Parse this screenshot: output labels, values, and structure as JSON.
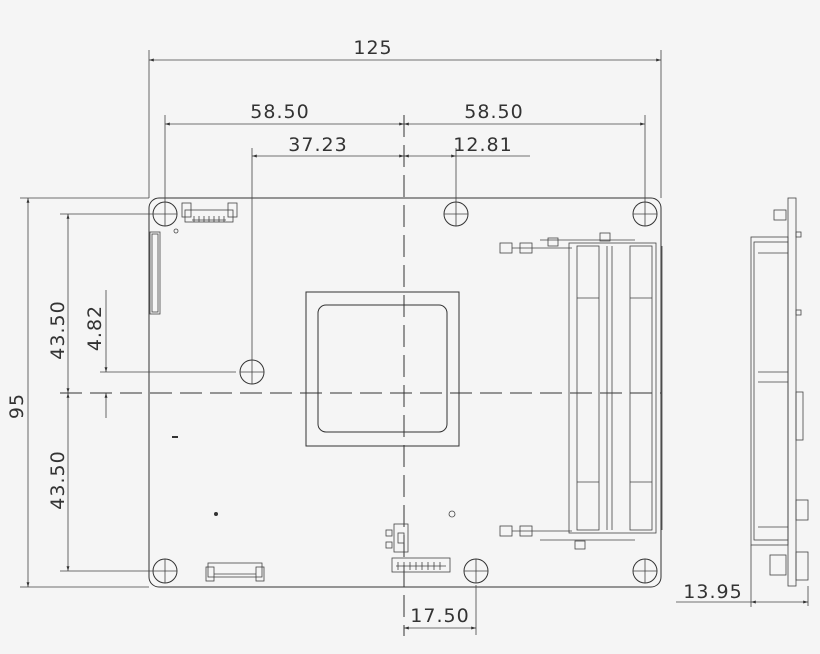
{
  "drawing": {
    "line_color": "#333333",
    "background": "#f5f5f5",
    "dimensions": {
      "overall_width": "125",
      "left_half": "58.50",
      "right_half": "58.50",
      "hole_offset_x": "37.23",
      "hole_offset_right": "12.81",
      "overall_height": "95",
      "upper_half": "43.50",
      "lower_half": "43.50",
      "hole_offset_y": "4.82",
      "bottom_hole_offset": "17.50",
      "side_thickness": "13.95"
    }
  }
}
